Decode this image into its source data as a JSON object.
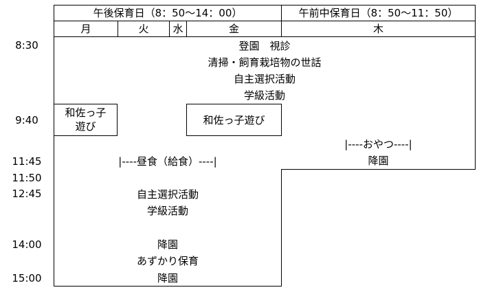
{
  "header": {
    "afternoon_days_label": "午後保育日（8：50～14：00）",
    "morning_days_label": "午前中保育日（8：50～11：50）",
    "days": [
      "月",
      "火",
      "水",
      "金",
      "木"
    ]
  },
  "times": [
    "8:30",
    "9:40",
    "11:45",
    "11:50",
    "12:45",
    "14:00",
    "15:00"
  ],
  "activities": {
    "arrival": "登園　視診",
    "care": "清掃・飼育栽培物の世話",
    "free_choice": "自主選択活動",
    "class_activity": "学級活動",
    "wasako_mon": [
      "和佐っ子",
      "遊び"
    ],
    "wasako_fri": "和佐っ子遊び",
    "snack": "|----おやつ----|",
    "thu_dismissal": "降園",
    "lunch": "|----昼食（給食）----|",
    "afternoon_free_choice": "自主選択活動",
    "afternoon_class_activity": "学級活動",
    "dismissal_1400": "降園",
    "extended_care": "あずかり保育",
    "dismissal_1500": "降園"
  }
}
